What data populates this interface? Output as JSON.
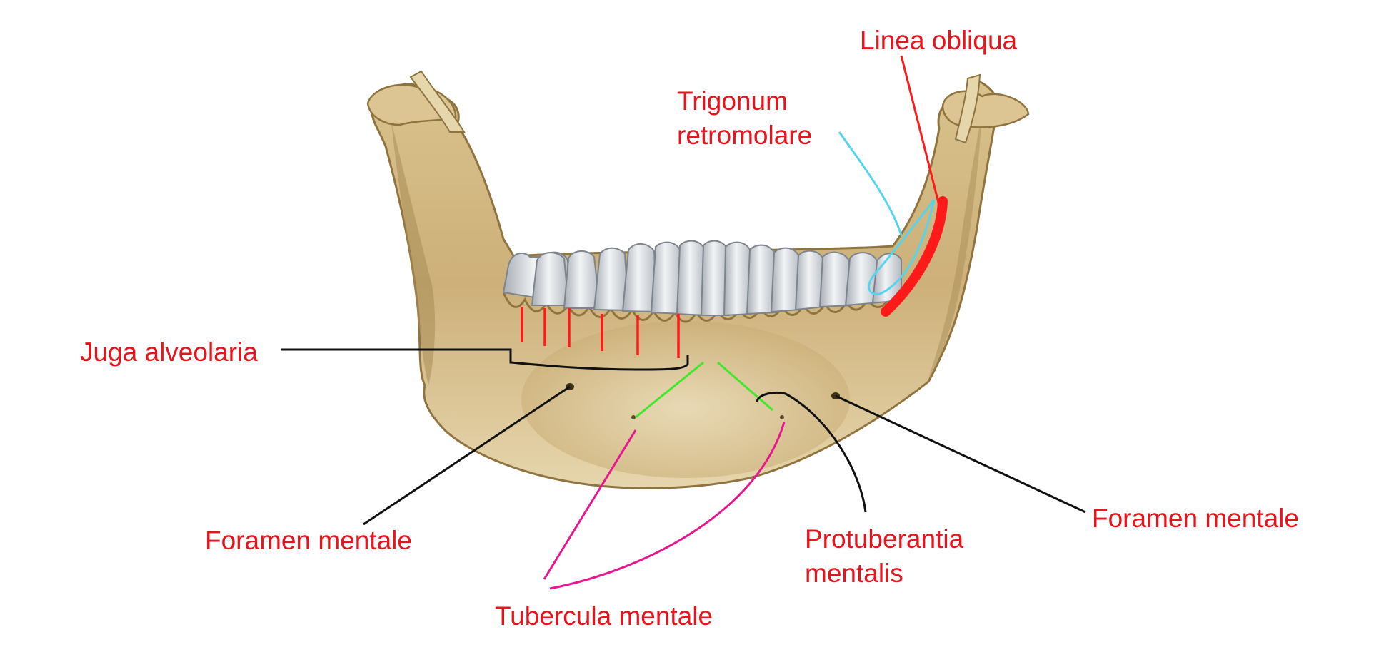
{
  "labels": {
    "linea_obliqua": "Linea obliqua",
    "trigonum_line1": "Trigonum",
    "trigonum_line2": "retromolare",
    "juga_alveolaria": "Juga alveolaria",
    "foramen_mentale_left": "Foramen mentale",
    "foramen_mentale_right": "Foramen mentale",
    "protuberantia_line1": "Protuberantia",
    "protuberantia_line2": "mentalis",
    "tubercula_mentale": "Tubercula mentale"
  },
  "colors": {
    "label_text": "#e8131b",
    "red_marker": "#ff1a1a",
    "cyan_marker": "#55d4ee",
    "green_marker": "#3fe82a",
    "magenta_marker": "#e8168f",
    "leader_black": "#111111",
    "bone_light": "#e4d2a4",
    "bone_mid": "#cdb27a",
    "bone_dark": "#8f7440",
    "teeth_light": "#eef0f2",
    "teeth_shadow": "#9aa0a8",
    "background": "#ffffff"
  }
}
